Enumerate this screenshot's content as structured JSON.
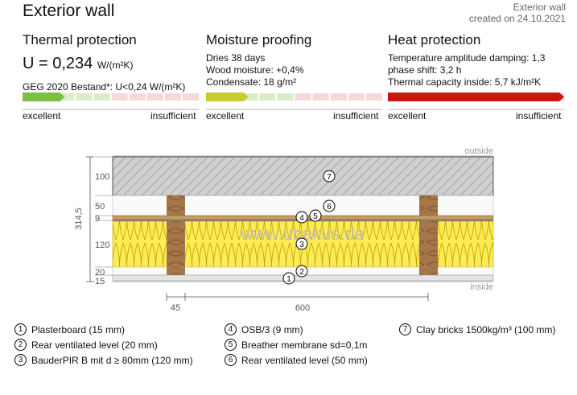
{
  "title": "Exterior wall",
  "header_right": {
    "line1": "Exterior wall",
    "line2": "created on 24.10.2021"
  },
  "thermal": {
    "heading": "Thermal protection",
    "u_value": "U = 0,234",
    "u_unit": "W/(m²K)",
    "standard": "GEG 2020 Bestand*: U<0,24 W/(m²K)",
    "rating_fraction": 0.24
  },
  "moisture": {
    "heading": "Moisture proofing",
    "lines": [
      "Dries 38 days",
      "Wood moisture: +0,4%",
      "Condensate: 18 g/m²"
    ],
    "rating_fraction": 0.24
  },
  "heat": {
    "heading": "Heat protection",
    "lines": [
      "Temperature amplitude damping: 1,3",
      "phase shift: 3,2 h",
      "Thermal capacity inside: 5,7 kJ/m²K"
    ],
    "rating_fraction": 1.0
  },
  "scale": {
    "good": "excellent",
    "bad": "insufficient"
  },
  "colors": {
    "thermal": "#7ac143",
    "moisture": "#c8cc2e",
    "heat": "#c8170f",
    "pale_green": "#c8e6b0",
    "pale_red": "#f4c8c8"
  },
  "diagram": {
    "outside_label": "outside",
    "inside_label": "inside",
    "total_thickness": "314,5",
    "layer_dims": [
      "100",
      "50",
      "9",
      "120",
      "20",
      "15"
    ],
    "spacing_dims": [
      "45",
      "600"
    ],
    "watermark": "www.ubakus.de",
    "markers": [
      "1",
      "2",
      "3",
      "4",
      "5",
      "6",
      "7"
    ]
  },
  "legend": [
    {
      "num": "1",
      "text": "Plasterboard (15 mm)"
    },
    {
      "num": "2",
      "text": "Rear ventilated level (20 mm)"
    },
    {
      "num": "3",
      "text": "BauderPIR B mit d ≥ 80mm (120 mm)"
    },
    {
      "num": "4",
      "text": "OSB/3 (9 mm)"
    },
    {
      "num": "5",
      "text": "Breather membrane sd=0,1m"
    },
    {
      "num": "6",
      "text": "Rear ventilated level (50 mm)"
    },
    {
      "num": "7",
      "text": "Clay bricks 1500kg/m³ (100 mm)"
    }
  ]
}
